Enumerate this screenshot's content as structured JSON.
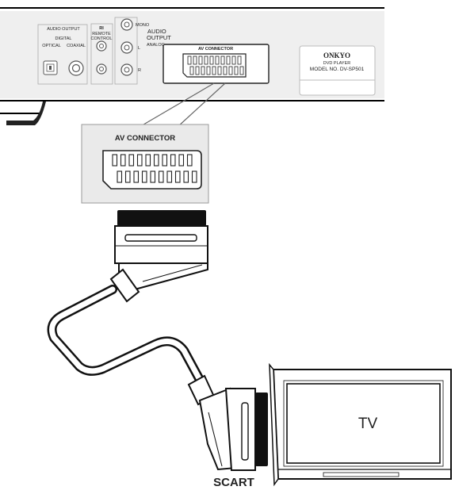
{
  "rear_panel": {
    "audio_output": {
      "title": "AUDIO OUTPUT",
      "subtitle": "DIGITAL",
      "optical_label": "OPTICAL",
      "coaxial_label": "COAXIAL"
    },
    "remote_control": {
      "symbol": "RI",
      "label_line1": "REMOTE",
      "label_line2": "CONTROL"
    },
    "analog_output": {
      "mono_label": "MONO",
      "title_line1": "AUDIO",
      "title_line2": "OUTPUT",
      "sub_label": "ANALOG",
      "left_label": "L",
      "right_label": "R"
    },
    "av_connector_small_label": "AV CONNECTOR",
    "model_plate": {
      "brand": "ONKYO",
      "product": "DVD PLAYER",
      "model": "MODEL NO. DV-SP501"
    }
  },
  "av_connector_zoom_label": "AV CONNECTOR",
  "cable_label": "SCART",
  "tv_label": "TV"
}
